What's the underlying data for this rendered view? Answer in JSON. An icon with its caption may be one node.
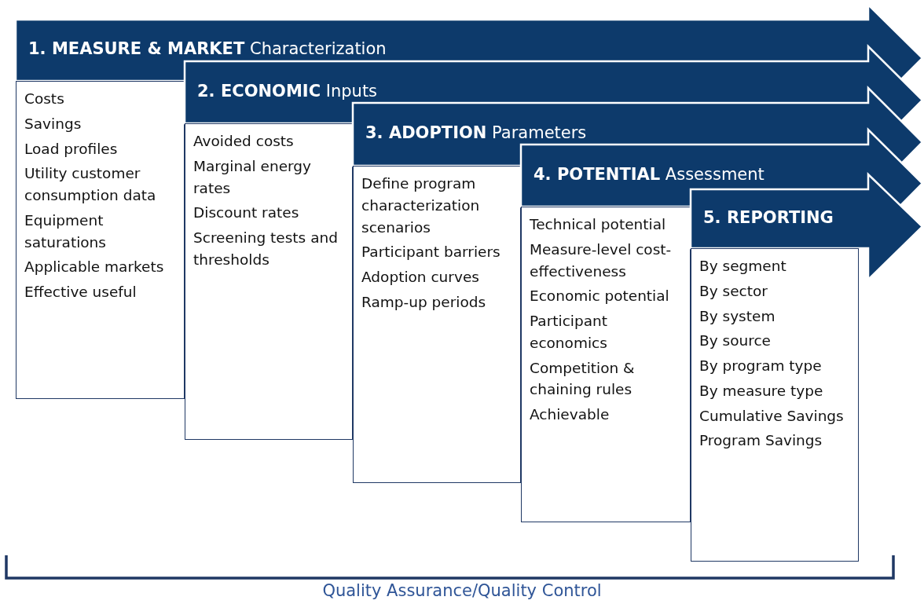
{
  "diagram": {
    "nodes": [
      {
        "text": [
          "**1. MEASURE & MARKET** Characterization",
          "Costs",
          "Savings",
          "Load profiles",
          "Utility customer consumption data",
          "Equipment saturations",
          "Applicable markets",
          "Effective useful"
        ]
      },
      {
        "text": [
          "**2. ECONOMIC** Inputs",
          "Avoided costs",
          "Marginal energy rates",
          "Discount rates",
          "Screening tests and thresholds"
        ]
      },
      {
        "text": [
          "**3. ADOPTION** Parameters",
          "Define program characterization scenarios",
          "Participant barriers",
          "Adoption curves",
          "Ramp-up periods"
        ]
      },
      {
        "text": [
          "**4. POTENTIAL** Assessment",
          "Technical potential",
          "Measure-level cost-effectiveness",
          "Economic potential",
          "Participant economics",
          "Competition & chaining rules",
          "Achievable"
        ]
      },
      {
        "text": [
          "**5. REPORTING**",
          "By segment",
          "By sector",
          "By system",
          "By source",
          "By program type",
          "By measure type",
          "Cumulative Savings",
          "Program Savings"
        ]
      }
    ],
    "labels": [
      "Quality Assurance/Quality Control"
    ]
  }
}
